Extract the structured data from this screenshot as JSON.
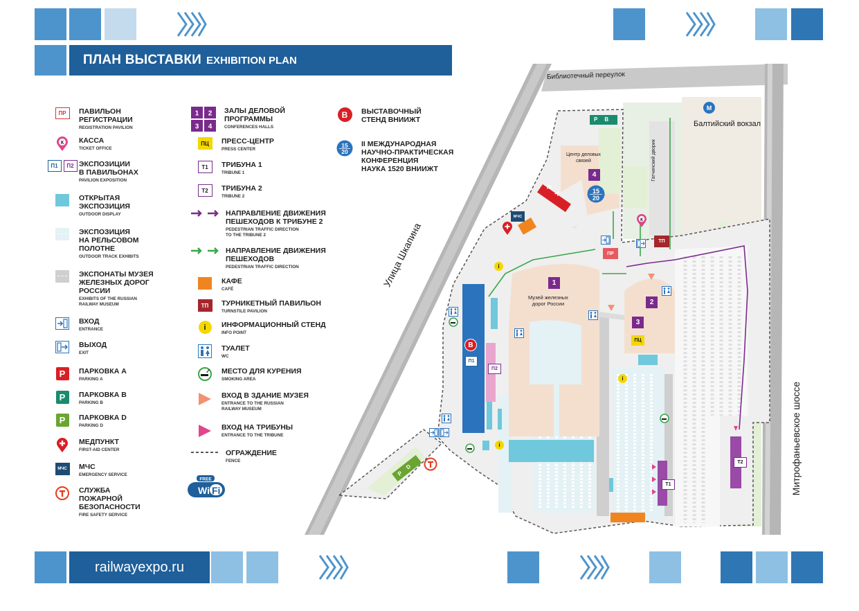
{
  "header": {
    "title_ru": "ПЛАН ВЫСТАВКИ",
    "title_en": "EXHIBITION PLAN"
  },
  "footer": {
    "url": "railwayexpo.ru"
  },
  "colors": {
    "brand_blue": "#1f5f9a",
    "accent_blue": "#4e94cc",
    "pavilion_blue": "#2b73bd",
    "outdoor_display": "#6fc8dc",
    "museum_building": "#f4dfcf",
    "track_exhibits": "#e4f1f5",
    "museum_exhibits": "#cfcfcf",
    "park_green": "#e3f0d6",
    "road_grey": "#b6b6b6",
    "conference_purple": "#7a2a8c",
    "registration_red": "#d83338",
    "parking_a": "#d91f26",
    "parking_b": "#1a8b6c",
    "parking_d": "#6aa531",
    "cafe_orange": "#f08520",
    "info_yellow": "#f4d700",
    "turnstile_darkred": "#a5262c",
    "tribune_pink": "#e0468c",
    "emergency_navy": "#1d4b73",
    "museum_entrance_salmon": "#f29272"
  },
  "legend": [
    {
      "icon": "registration-pavilion-icon",
      "badge": "ПР",
      "ru": "ПАВИЛЬОН\nРЕГИСТРАЦИИ",
      "en": "REGISTRATION PAVILION"
    },
    {
      "icon": "ticket-office-icon",
      "badge": "К",
      "ru": "КАССА",
      "en": "TICKET OFFICE"
    },
    {
      "icon": "pavilion-exposition-icon",
      "badge": "П1 П2",
      "ru": "ЭКСПОЗИЦИИ\nВ ПАВИЛЬОНАХ",
      "en": "PAVILION EXPOSITION"
    },
    {
      "icon": "outdoor-display-icon",
      "badge": "",
      "ru": "ОТКРЫТАЯ\nЭКСПОЗИЦИЯ",
      "en": "OUTDOOR DISPLAY"
    },
    {
      "icon": "outdoor-track-icon",
      "badge": "",
      "ru": "ЭКСПОЗИЦИЯ\nНА РЕЛЬСОВОМ\nПОЛОТНЕ",
      "en": "OUTDOOR TRACK EXHIBITS"
    },
    {
      "icon": "museum-exhibits-icon",
      "badge": "",
      "ru": "ЭКСПОНАТЫ МУЗЕЯ\nЖЕЛЕЗНЫХ ДОРОГ\nРОССИИ",
      "en": "EXHIBITS OF THE RUSSIAN\nRAILWAY MUSEUM"
    },
    {
      "icon": "entrance-icon",
      "badge": "",
      "ru": "ВХОД",
      "en": "ENTRANCE"
    },
    {
      "icon": "exit-icon",
      "badge": "",
      "ru": "ВЫХОД",
      "en": "EXIT"
    },
    {
      "icon": "parking-a-icon",
      "badge": "P",
      "ru": "ПАРКОВКА А",
      "en": "PARKING A"
    },
    {
      "icon": "parking-b-icon",
      "badge": "P",
      "ru": "ПАРКОВКА В",
      "en": "PARKING B"
    },
    {
      "icon": "parking-d-icon",
      "badge": "P",
      "ru": "ПАРКОВКА D",
      "en": "PARKING D"
    },
    {
      "icon": "first-aid-icon",
      "badge": "",
      "ru": "МЕДПУНКТ",
      "en": "FIRST-AID CENTER"
    },
    {
      "icon": "emergency-service-icon",
      "badge": "МЧС",
      "ru": "МЧС",
      "en": "EMERGENCY SERVICE"
    },
    {
      "icon": "fire-safety-icon",
      "badge": "",
      "ru": "СЛУЖБА\nПОЖАРНОЙ\nБЕЗОПАСНОСТИ",
      "en": "FIRE SAFETY SERVICE"
    }
  ],
  "legend2": [
    {
      "icon": "conference-halls-icon",
      "badge": "1 2 3 4",
      "ru": "ЗАЛЫ ДЕЛОВОЙ\nПРОГРАММЫ",
      "en": "CONFERENCES HALLS"
    },
    {
      "icon": "press-center-icon",
      "badge": "ПЦ",
      "ru": "ПРЕСС-ЦЕНТР",
      "en": "PRESS CENTER"
    },
    {
      "icon": "tribune-1-icon",
      "badge": "Т1",
      "ru": "ТРИБУНА 1",
      "en": "TRIBUNE 1"
    },
    {
      "icon": "tribune-2-icon",
      "badge": "Т2",
      "ru": "ТРИБУНА 2",
      "en": "TRIBUNE 2"
    },
    {
      "icon": "purple-arrows-icon",
      "badge": "",
      "ru": "НАПРАВЛЕНИЕ ДВИЖЕНИЯ\nПЕШЕХОДОВ К ТРИБУНЕ 2",
      "en": "PEDESTRIAN TRAFFIC DIRECTION\nTO THE TRIBUNE 2"
    },
    {
      "icon": "green-arrows-icon",
      "badge": "",
      "ru": "НАПРАВЛЕНИЕ ДВИЖЕНИЯ\nПЕШЕХОДОВ",
      "en": "PEDESTRIAN TRAFFIC DIRECTION"
    },
    {
      "icon": "cafe-icon",
      "badge": "",
      "ru": "КАФЕ",
      "en": "CAFÉ"
    },
    {
      "icon": "turnstile-pavilion-icon",
      "badge": "ТП",
      "ru": "ТУРНИКЕТНЫЙ ПАВИЛЬОН",
      "en": "TURNSTILE PAVILION"
    },
    {
      "icon": "info-point-icon",
      "badge": "i",
      "ru": "ИНФОРМАЦИОННЫЙ СТЕНД",
      "en": "INFO POINT"
    },
    {
      "icon": "wc-icon",
      "badge": "",
      "ru": "ТУАЛЕТ",
      "en": "WC"
    },
    {
      "icon": "smoking-area-icon",
      "badge": "",
      "ru": "МЕСТО ДЛЯ КУРЕНИЯ",
      "en": "SMOKING AREA"
    },
    {
      "icon": "museum-entrance-icon",
      "badge": "",
      "ru": "ВХОД В ЗДАНИЕ МУЗЕЯ",
      "en": "ENTRANCE TO THE RUSSIAN\nRAILWAY MUSEUM"
    },
    {
      "icon": "tribune-entrance-icon",
      "badge": "",
      "ru": "ВХОД НА ТРИБУНЫ",
      "en": "ENTRANCE TO THE TRIBUNE"
    },
    {
      "icon": "fence-icon",
      "badge": "",
      "ru": "ОГРАЖДЕНИЕ",
      "en": "FENCE"
    }
  ],
  "legend3": [
    {
      "icon": "vniizht-stand-icon",
      "badge": "В",
      "ru": "ВЫСТАВОЧНЫЙ\nСТЕНД ВНИИЖТ",
      "en": ""
    },
    {
      "icon": "conference-1520-icon",
      "badge": "15 20",
      "ru": "II МЕЖДУНАРОДНАЯ\nНАУЧНО-ПРАКТИЧЕСКАЯ\nКОНФЕРЕНЦИЯ\nНАУКА 1520 ВНИИЖТ",
      "en": ""
    }
  ],
  "wifi": {
    "free": "FREE",
    "wi": "Wi",
    "fi": "Fi"
  },
  "map": {
    "street_top": "Библиотечный переулок",
    "street_left": "Улица Шкапина",
    "street_right": "Митрофаньевское шоссе",
    "station": "Балтийский вокзал",
    "metro": "М",
    "gatchina_yard": "Гатчинский дворик",
    "business_center": "Центр деловых\nсвязей",
    "museum": "Музей железных\nдорог России",
    "hall_1": "1",
    "hall_2": "2",
    "hall_3": "3",
    "hall_4": "4",
    "press": "ПЦ",
    "pr": "ПР",
    "tp": "ТП",
    "t1": "Т1",
    "t2": "Т2",
    "p1": "П1",
    "p2": "П2",
    "vniizht": "В",
    "conf_1520_top": "15",
    "conf_1520_bottom": "20",
    "parking_a": "P A",
    "parking_b": "P B",
    "parking_d": "P D",
    "mchs": "МЧС",
    "kassa": "К"
  }
}
